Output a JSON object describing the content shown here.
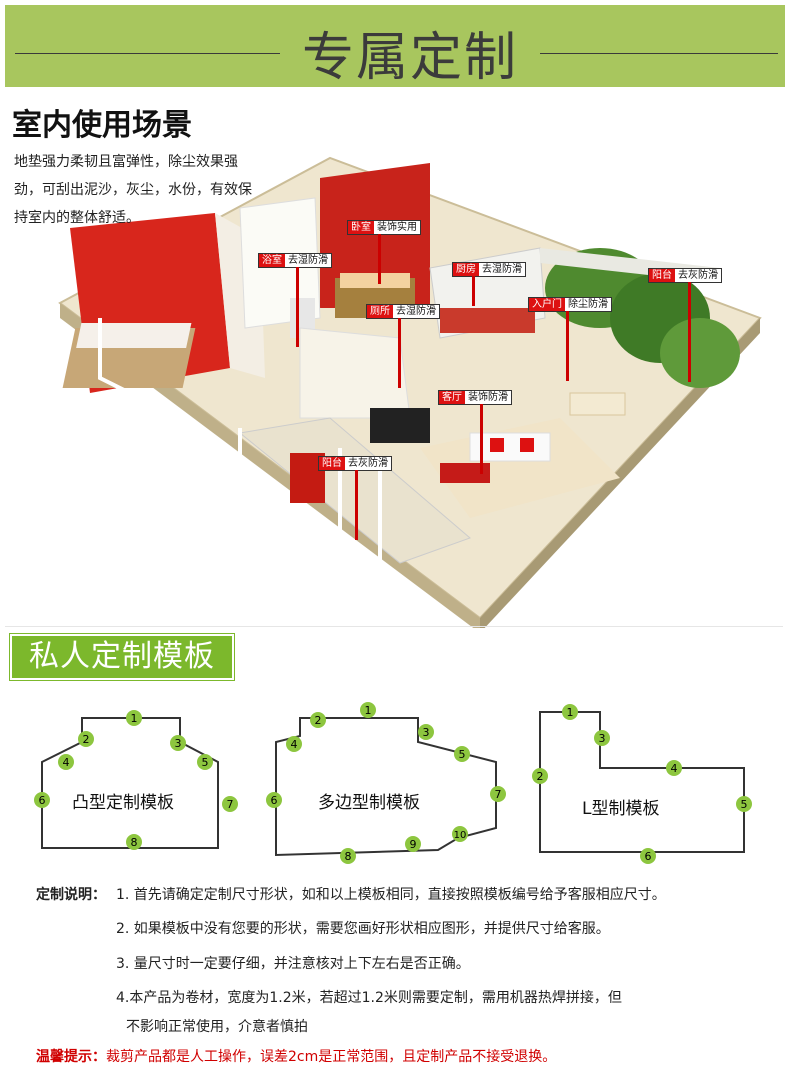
{
  "header": {
    "title": "专属定制"
  },
  "scene": {
    "title": "室内使用场景",
    "description": "地垫强力柔韧且富弹性，除尘效果强劲，可刮出泥沙，灰尘，水份，有效保持室内的整体舒适。",
    "tags": [
      {
        "room": "浴室",
        "feature": "去湿防滑"
      },
      {
        "room": "卧室",
        "feature": "装饰实用"
      },
      {
        "room": "厨房",
        "feature": "去湿防滑"
      },
      {
        "room": "阳台",
        "feature": "去灰防滑"
      },
      {
        "room": "厕所",
        "feature": "去湿防滑"
      },
      {
        "room": "入户门",
        "feature": "除尘防滑"
      },
      {
        "room": "客厅",
        "feature": "装饰防滑"
      },
      {
        "room": "阳台",
        "feature": "去灰防滑"
      }
    ]
  },
  "templates": {
    "section_title": "私人定制模板",
    "items": [
      {
        "label": "凸型定制模板",
        "numbers": [
          "1",
          "2",
          "3",
          "4",
          "5",
          "6",
          "7",
          "8"
        ]
      },
      {
        "label": "多边型制模板",
        "numbers": [
          "1",
          "2",
          "3",
          "4",
          "5",
          "6",
          "7",
          "8",
          "9",
          "10"
        ]
      },
      {
        "label": "L型制模板",
        "numbers": [
          "1",
          "2",
          "3",
          "4",
          "5",
          "6"
        ]
      }
    ]
  },
  "notes": {
    "heading": "定制说明：",
    "items": [
      "1. 首先请确定定制尺寸形状，如和以上模板相同，直接按照模板编号给予客服相应尺寸。",
      "2. 如果模板中没有您要的形状，需要您画好形状相应图形，并提供尺寸给客服。",
      "3. 量尺寸时一定要仔细，并注意核对上下左右是否正确。",
      "4.本产品为卷材，宽度为1.2米，若超过1.2米则需要定制，需用机器热焊拼接，但",
      "不影响正常使用，介意者慎拍"
    ],
    "warm_heading": "温馨提示：",
    "warm_text": "裁剪产品都是人工操作，误差2cm是正常范围，且定制产品不接受退换。"
  },
  "colors": {
    "banner": "#a8c65e",
    "badge": "#7cb82c",
    "accent_red": "#d11111",
    "node_green": "#8dc63f"
  }
}
